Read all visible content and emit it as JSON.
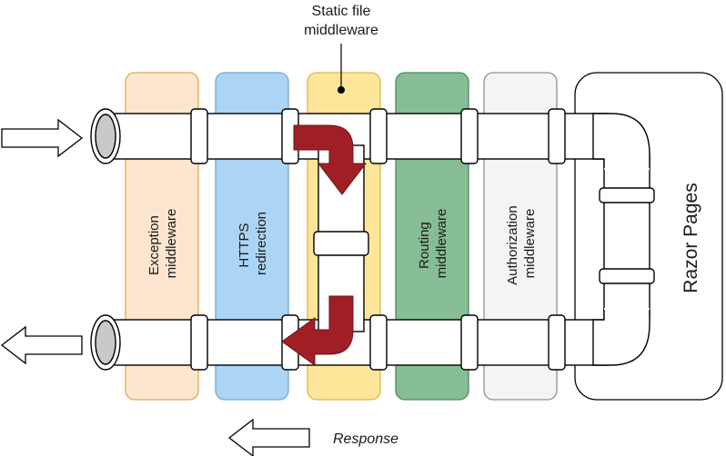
{
  "callout": {
    "line1": "Static file",
    "line2": "middleware"
  },
  "panels": [
    {
      "id": "exception",
      "line1": "Exception",
      "line2": "middleware",
      "fill": "#fde6cf",
      "stroke": "#e0a850"
    },
    {
      "id": "https",
      "line1": "HTTPS",
      "line2": "redirection",
      "fill": "#acd4f4",
      "stroke": "#6fa8d6"
    },
    {
      "id": "static",
      "line1": "",
      "line2": "",
      "fill": "#fde59a",
      "stroke": "#dfb948"
    },
    {
      "id": "routing",
      "line1": "Routing",
      "line2": "middleware",
      "fill": "#86bd94",
      "stroke": "#4f8a5f"
    },
    {
      "id": "authorization",
      "line1": "Authorization",
      "line2": "middleware",
      "fill": "#f4f5f3",
      "stroke": "#8e918e"
    }
  ],
  "endpoint": {
    "label": "Razor Pages"
  },
  "response": {
    "label": "Response"
  },
  "colors": {
    "pipe": "#ffffff",
    "pipe_stroke": "#000000",
    "flow_arrow": "#a01f24",
    "pipe_end": "#c9c9c9"
  }
}
